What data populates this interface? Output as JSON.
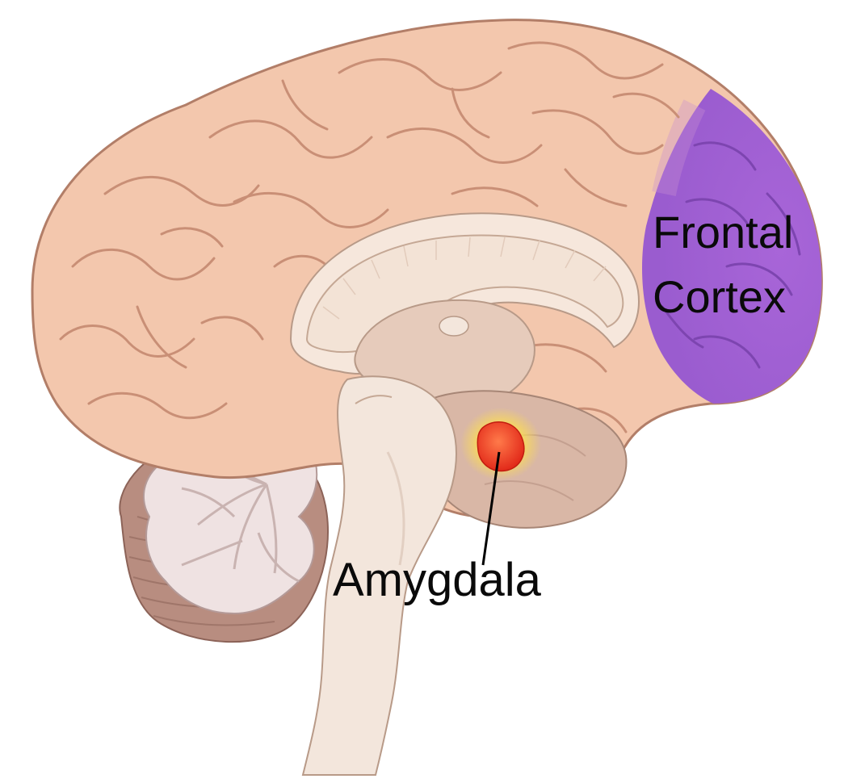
{
  "labels": {
    "frontal_line1": "Frontal",
    "frontal_line2": "Cortex",
    "amygdala": "Amygdala"
  },
  "colors": {
    "cortex": "#f3c7ad",
    "cortex_dark": "#c98f76",
    "frontal_highlight": "#a56bd6",
    "frontal_dark": "#7d45b0",
    "inner_tissue": "#f1ddcc",
    "deep_tissue": "#d9b7a6",
    "brainstem": "#f3e6dc",
    "cerebellum": "#b88d80",
    "arbor_vitae": "#efe2e2",
    "amygdala": "#f0402a",
    "amygdala_glow": "#ffe04a",
    "pointer_line": "#000000"
  },
  "icons": [
    "brain-illustration",
    "cerebellum-illustration",
    "amygdala-marker"
  ]
}
